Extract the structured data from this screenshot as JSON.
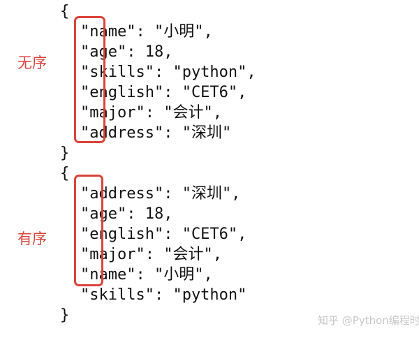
{
  "colors": {
    "text": "#111111",
    "annotation": "#d9433a",
    "watermark": "#c7c7c7",
    "background": "#ffffff"
  },
  "labels": {
    "unordered": "无序",
    "ordered": "有序"
  },
  "unordered_block": {
    "open": "{",
    "close": "}",
    "lines": [
      "\"name\": \"小明\",",
      "\"age\": 18,",
      "\"skills\": \"python\",",
      "\"english\": \"CET6\",",
      "\"major\": \"会计\",",
      "\"address\": \"深圳\""
    ]
  },
  "ordered_block": {
    "open": "{",
    "close": "}",
    "lines": [
      "\"address\": \"深圳\",",
      "\"age\": 18,",
      "\"english\": \"CET6\",",
      "\"major\": \"会计\",",
      "\"name\": \"小明\",",
      "\"skills\": \"python\""
    ]
  },
  "watermark": "知乎 @Python编程时光"
}
